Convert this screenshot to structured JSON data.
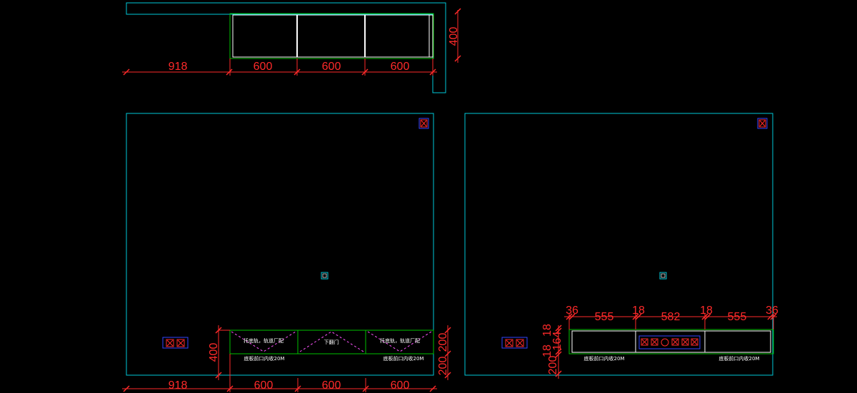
{
  "colors": {
    "background": "#000000",
    "outline": "#00c8d8",
    "cabinet": "#00c000",
    "cabinet_inner": "#ffffff",
    "dimension": "#ff2a2a",
    "socket": "#3344ff",
    "socket_mark": "#ff2a2a",
    "note_text": "#ffffff"
  },
  "top_plan": {
    "dim_widths": [
      "918",
      "600",
      "600",
      "600"
    ],
    "dim_depth": "400"
  },
  "front_elevation": {
    "dim_widths": [
      "918",
      "600",
      "600",
      "600"
    ],
    "dim_height": "400",
    "dim_right_upper": "200",
    "dim_right_lower": "200",
    "door_notes": [
      "托底轨，轨道厂配",
      "下翻门",
      "托底轨，轨道厂配"
    ],
    "base_notes": [
      "底板前口内收20M",
      "底板前口内收20M"
    ]
  },
  "side_elevation": {
    "dim_widths": [
      "36",
      "555",
      "18",
      "582",
      "18",
      "555",
      "36"
    ],
    "dim_left": [
      "18",
      "18",
      "164",
      "200"
    ],
    "base_notes": [
      "底板前口内收20M",
      "底板前口内收20M"
    ]
  },
  "icons": [
    "socket-icon",
    "double-socket-icon",
    "switch-box-icon"
  ]
}
